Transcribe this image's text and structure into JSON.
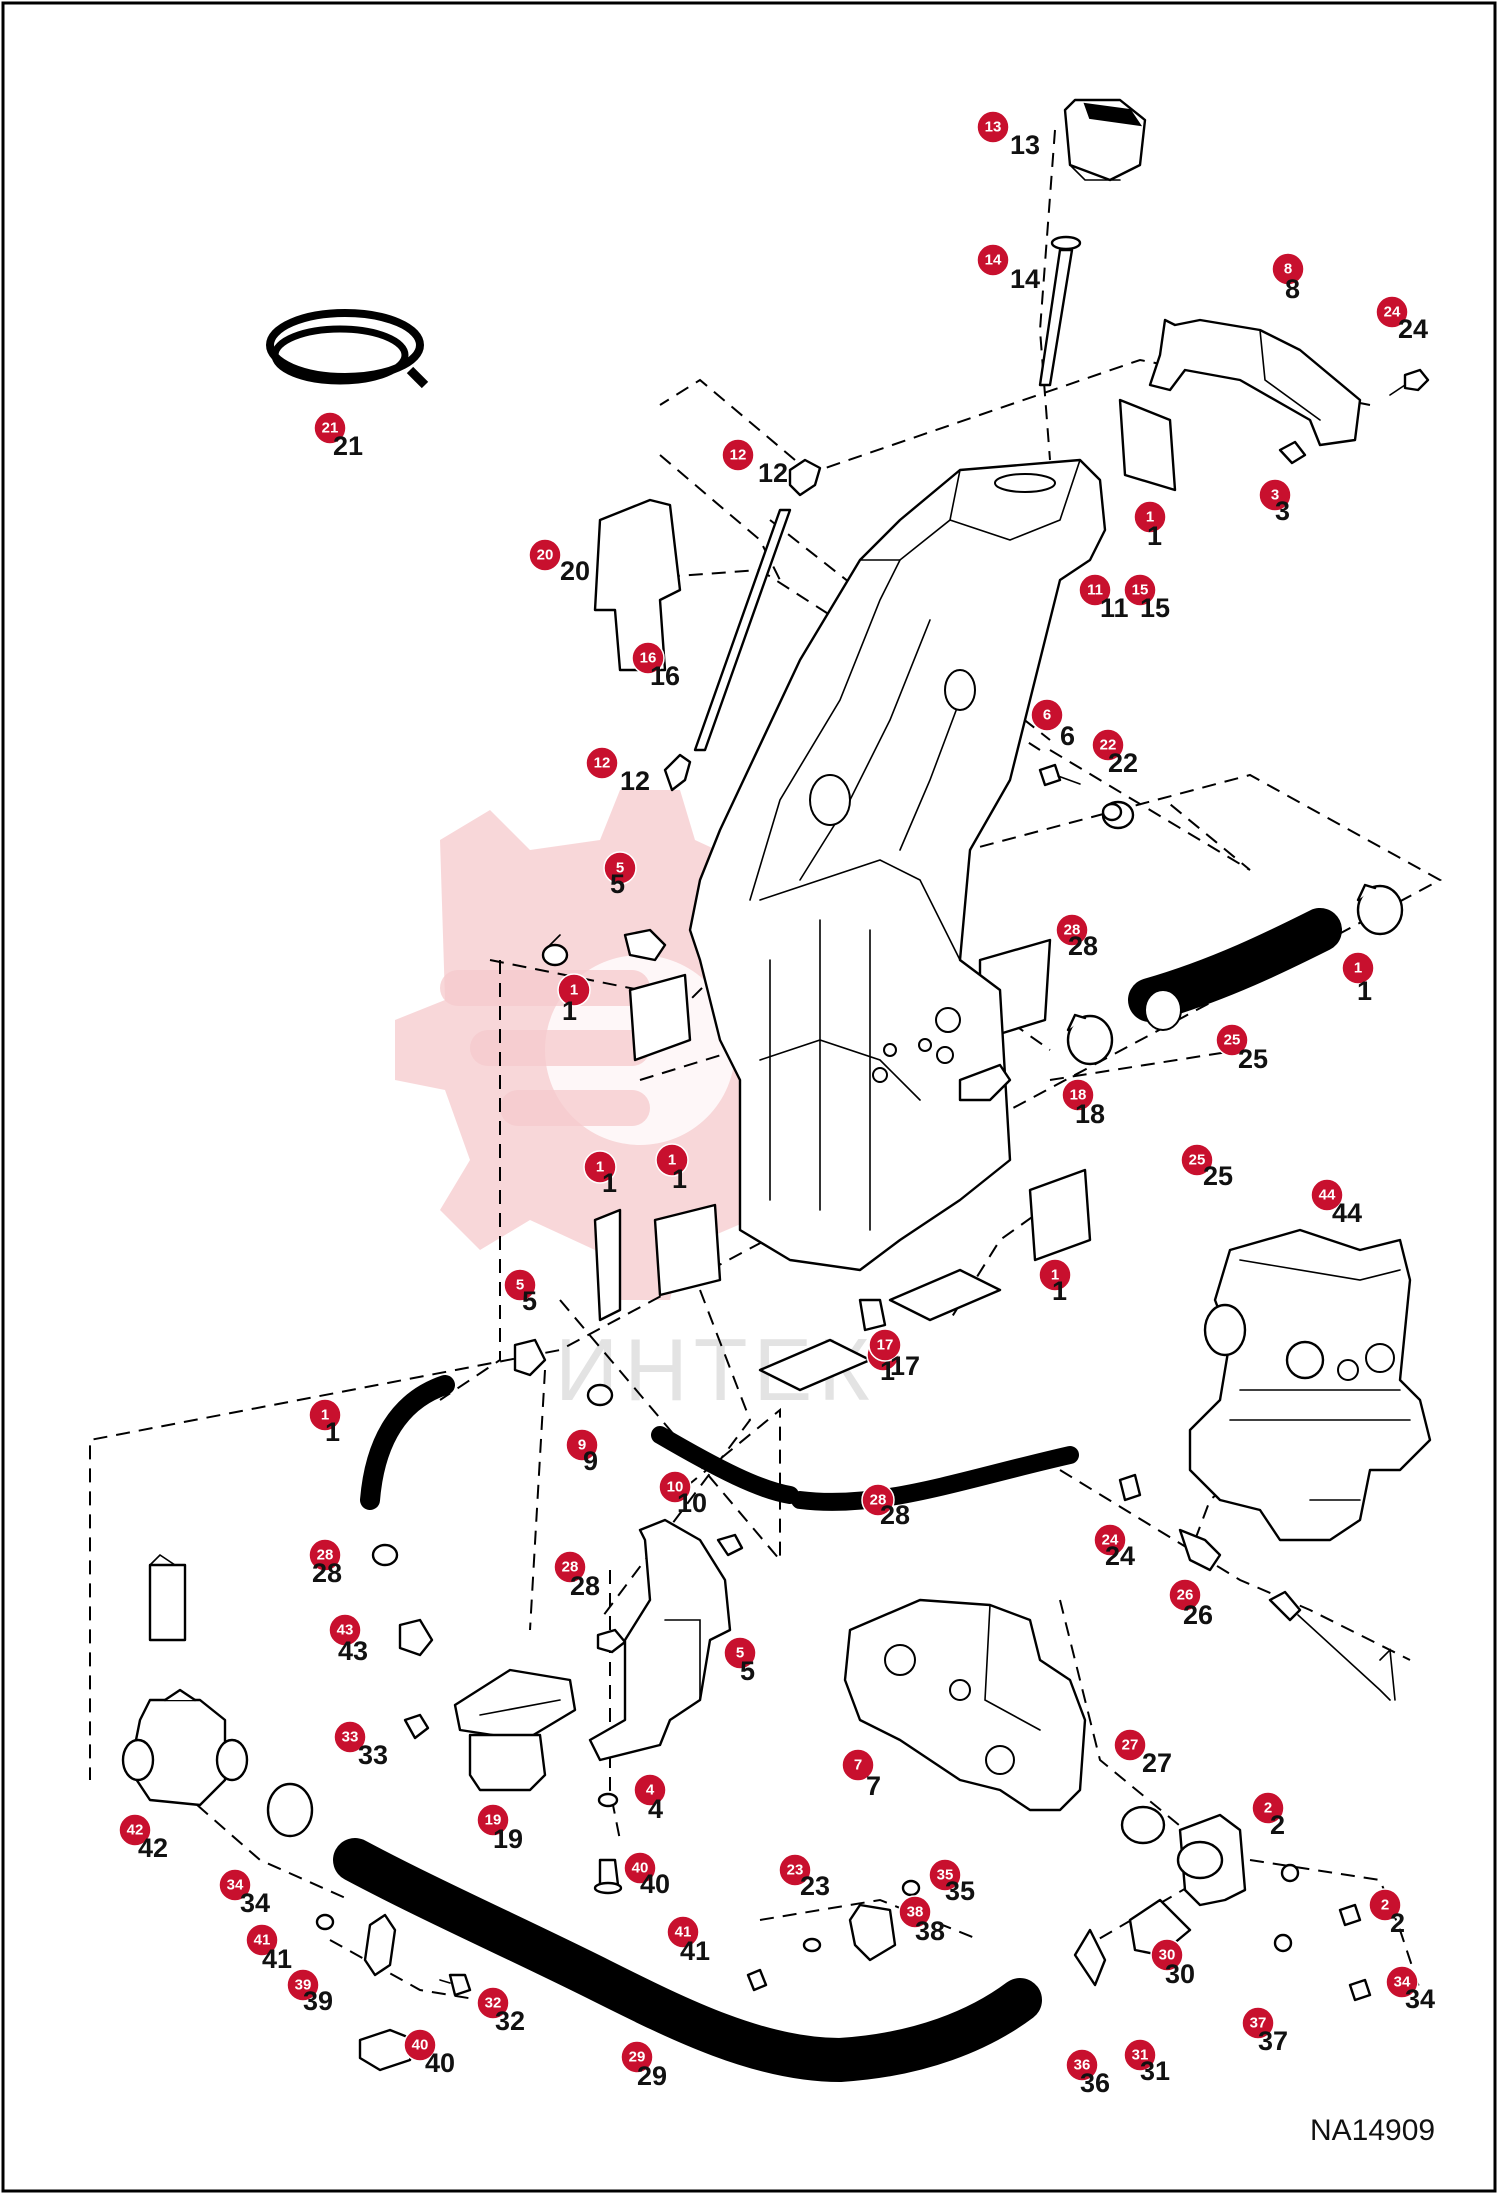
{
  "figure": {
    "ref_code": "NA14909"
  },
  "watermark": {
    "text": "ИНТЕК"
  },
  "colors": {
    "badge": "#c8102e",
    "line": "#000000",
    "watermark_gear": "#f6c9cc"
  },
  "callouts": [
    {
      "n": "13",
      "label": "13"
    },
    {
      "n": "14",
      "label": "14"
    },
    {
      "n": "8",
      "label": "8"
    },
    {
      "n": "24",
      "label": "24"
    },
    {
      "n": "21",
      "label": "21"
    },
    {
      "n": "12",
      "label": "12"
    },
    {
      "n": "3",
      "label": "3"
    },
    {
      "n": "1",
      "label": "1"
    },
    {
      "n": "20",
      "label": "20"
    },
    {
      "n": "11",
      "label": "11"
    },
    {
      "n": "15",
      "label": "15"
    },
    {
      "n": "16",
      "label": "16"
    },
    {
      "n": "6",
      "label": "6"
    },
    {
      "n": "22",
      "label": "22"
    },
    {
      "n": "12",
      "label": "12"
    },
    {
      "n": "5",
      "label": "5"
    },
    {
      "n": "1",
      "label": "1"
    },
    {
      "n": "28",
      "label": "28"
    },
    {
      "n": "1",
      "label": "1"
    },
    {
      "n": "25",
      "label": "25"
    },
    {
      "n": "18",
      "label": "18"
    },
    {
      "n": "25",
      "label": "25"
    },
    {
      "n": "1",
      "label": "1"
    },
    {
      "n": "1",
      "label": "1"
    },
    {
      "n": "44",
      "label": "44"
    },
    {
      "n": "1",
      "label": "1"
    },
    {
      "n": "5",
      "label": "5"
    },
    {
      "n": "1",
      "label": "1"
    },
    {
      "n": "17",
      "label": "17"
    },
    {
      "n": "1",
      "label": "1"
    },
    {
      "n": "9",
      "label": "9"
    },
    {
      "n": "28",
      "label": "28"
    },
    {
      "n": "10",
      "label": "10"
    },
    {
      "n": "24",
      "label": "24"
    },
    {
      "n": "28",
      "label": "28"
    },
    {
      "n": "28",
      "label": "28"
    },
    {
      "n": "26",
      "label": "26"
    },
    {
      "n": "43",
      "label": "43"
    },
    {
      "n": "5",
      "label": "5"
    },
    {
      "n": "7",
      "label": "7"
    },
    {
      "n": "33",
      "label": "33"
    },
    {
      "n": "27",
      "label": "27"
    },
    {
      "n": "42",
      "label": "42"
    },
    {
      "n": "19",
      "label": "19"
    },
    {
      "n": "4",
      "label": "4"
    },
    {
      "n": "2",
      "label": "2"
    },
    {
      "n": "34",
      "label": "34"
    },
    {
      "n": "40",
      "label": "40"
    },
    {
      "n": "23",
      "label": "23"
    },
    {
      "n": "2",
      "label": "2"
    },
    {
      "n": "41",
      "label": "41"
    },
    {
      "n": "35",
      "label": "35"
    },
    {
      "n": "41",
      "label": "41"
    },
    {
      "n": "38",
      "label": "38"
    },
    {
      "n": "39",
      "label": "39"
    },
    {
      "n": "30",
      "label": "30"
    },
    {
      "n": "32",
      "label": "32"
    },
    {
      "n": "37",
      "label": "37"
    },
    {
      "n": "34",
      "label": "34"
    },
    {
      "n": "36",
      "label": "36"
    },
    {
      "n": "40",
      "label": "40"
    },
    {
      "n": "29",
      "label": "29"
    },
    {
      "n": "31",
      "label": "31"
    }
  ]
}
